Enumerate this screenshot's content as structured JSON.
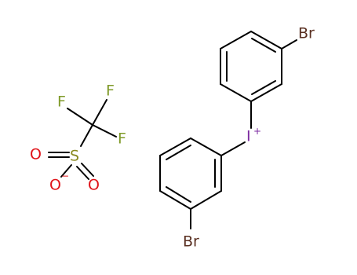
{
  "colors": {
    "bond": "#000000",
    "bromine": "#5a3022",
    "iodine": "#7b2aa0",
    "fluorine": "#7f9a28",
    "sulfur": "#8a8a22",
    "oxygen": "#e0141a"
  },
  "labels": {
    "br_top": "Br",
    "br_bottom": "Br",
    "iodine": "I",
    "iodine_charge": "+",
    "f_left": "F",
    "f_top": "F",
    "f_right": "F",
    "sulfur": "S",
    "o_left": "O",
    "o_bottom_left": "O",
    "o_bottom_left_charge": "−",
    "o_bottom_right": "O"
  }
}
